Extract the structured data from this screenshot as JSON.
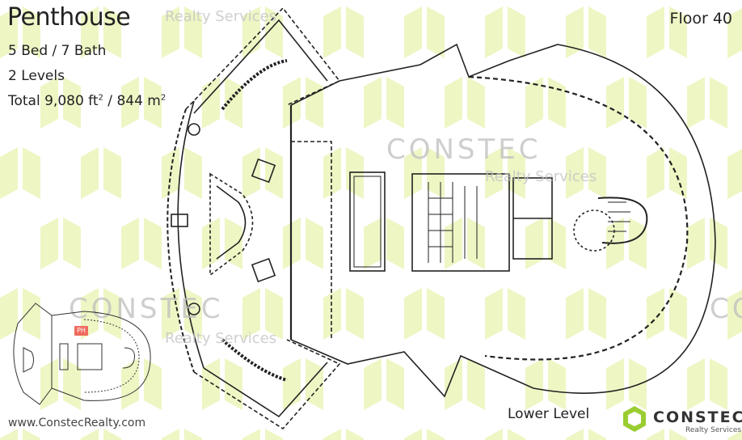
{
  "title": "Penthouse",
  "floor": "Floor 40",
  "specs": {
    "beds_baths": "5 Bed / 7 Bath",
    "levels": "2 Levels",
    "total_prefix": "Total 9,080 ft",
    "total_mid": " / 844 m",
    "sup": "2"
  },
  "watermarks": {
    "brand": "CONSTEC",
    "tagline": "Realty Services"
  },
  "website": "www.ConstecRealty.com",
  "level_label": "Lower Level",
  "minimap": {
    "badge": "PH"
  },
  "logo": {
    "word": "CONSTEC",
    "sub": "Realty Services"
  },
  "colors": {
    "accent_green": "#e8f3b0",
    "badge_red": "#ef6b5e",
    "logo_green": "#9acd32"
  }
}
